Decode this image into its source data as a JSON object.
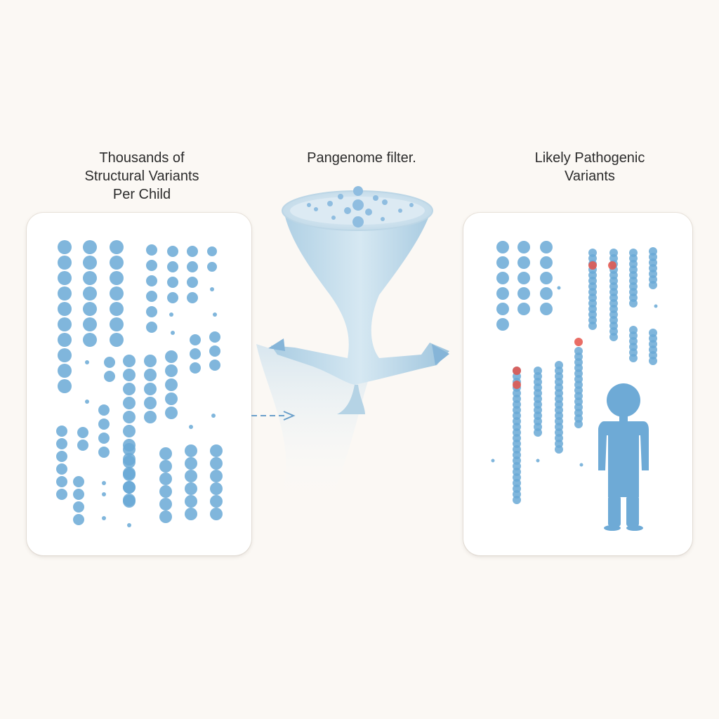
{
  "labels": {
    "left": "Thousands of\nStructural Variants\nPer Child",
    "middle": "Pangenome filter.",
    "right": "Likely Pathogenic\nVariants"
  },
  "colors": {
    "background": "#fbf8f4",
    "variant_dot": "#6aa9d6",
    "pathogenic_dot": "#e5544a",
    "funnel": "#b7d5e6",
    "child_figure": "#6eaad6"
  },
  "icons": {
    "funnel": "funnel-icon",
    "arrow": "arrow-icon",
    "child": "child-figure-icon"
  }
}
